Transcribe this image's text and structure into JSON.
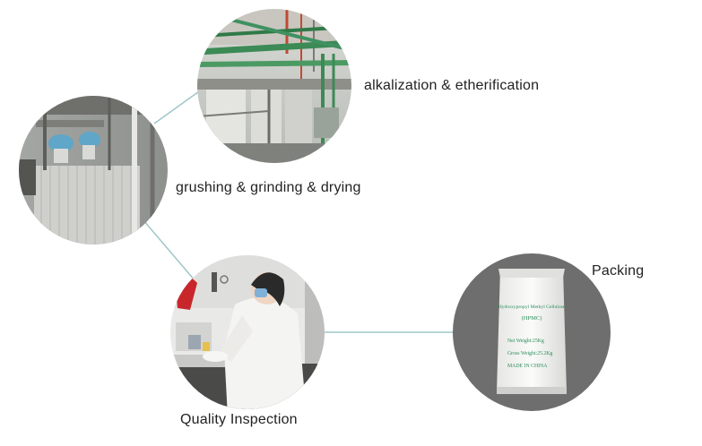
{
  "steps": [
    {
      "label": "alkalization & etherification",
      "icon": "industrial-pipes-photo"
    },
    {
      "label": "grushing & grinding & drying",
      "icon": "drying-tower-photo"
    },
    {
      "label": "Quality Inspection",
      "icon": "lab-technician-photo"
    },
    {
      "label": "Packing",
      "icon": "product-bag-photo"
    }
  ],
  "bag": {
    "product_name": "Hydroxypropyl Methyl Cellulose",
    "abbr": "(HPMC)",
    "net_weight": "Net Weight:25Kg",
    "gross_weight": "Gross Weight:25.2Kg",
    "origin": "MADE IN CHINA"
  },
  "colors": {
    "connector": "#9fc7c7",
    "label_text": "#222222",
    "packing_bg": "#6e6e6e"
  }
}
